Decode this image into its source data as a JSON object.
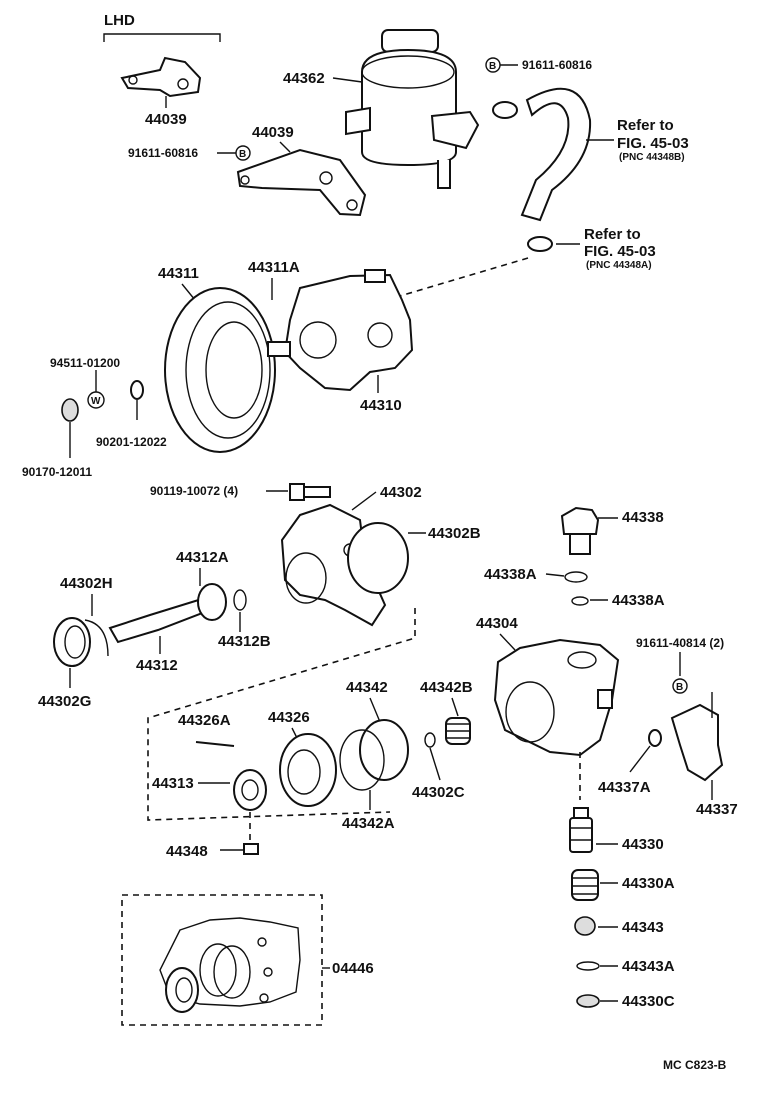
{
  "diagram": {
    "section_label": "LHD",
    "footer_code": "MC  C823-B",
    "parts": {
      "p44039a": "44039",
      "p44039b": "44039",
      "p44362": "44362",
      "p91611_60816a": "91611-60816",
      "p91611_60816b": "91611-60816",
      "marker_b": "B",
      "marker_w": "W",
      "refer1_line1": "Refer to",
      "refer1_line2": "FIG. 45-03",
      "refer1_line3": "(PNC 44348B)",
      "refer2_line1": "Refer to",
      "refer2_line2": "FIG. 45-03",
      "refer2_line3": "(PNC 44348A)",
      "p44311": "44311",
      "p44311A": "44311A",
      "p94511": "94511-01200",
      "p44310": "44310",
      "p90201": "90201-12022",
      "p90170": "90170-12011",
      "p90119": "90119-10072 (4)",
      "p44302": "44302",
      "p44302B": "44302B",
      "p44338": "44338",
      "p44338A1": "44338A",
      "p44338A2": "44338A",
      "p44302H": "44302H",
      "p44312A": "44312A",
      "p44312B": "44312B",
      "p44312": "44312",
      "p44302G": "44302G",
      "p44304": "44304",
      "p91611_40814": "91611-40814 (2)",
      "p44326A": "44326A",
      "p44326": "44326",
      "p44342": "44342",
      "p44342B": "44342B",
      "p44313": "44313",
      "p44342A": "44342A",
      "p44302C": "44302C",
      "p44337A": "44337A",
      "p44337": "44337",
      "p44348": "44348",
      "p44330": "44330",
      "p44330A": "44330A",
      "p44343": "44343",
      "p44343A": "44343A",
      "p44330C": "44330C",
      "p04446": "04446"
    }
  }
}
